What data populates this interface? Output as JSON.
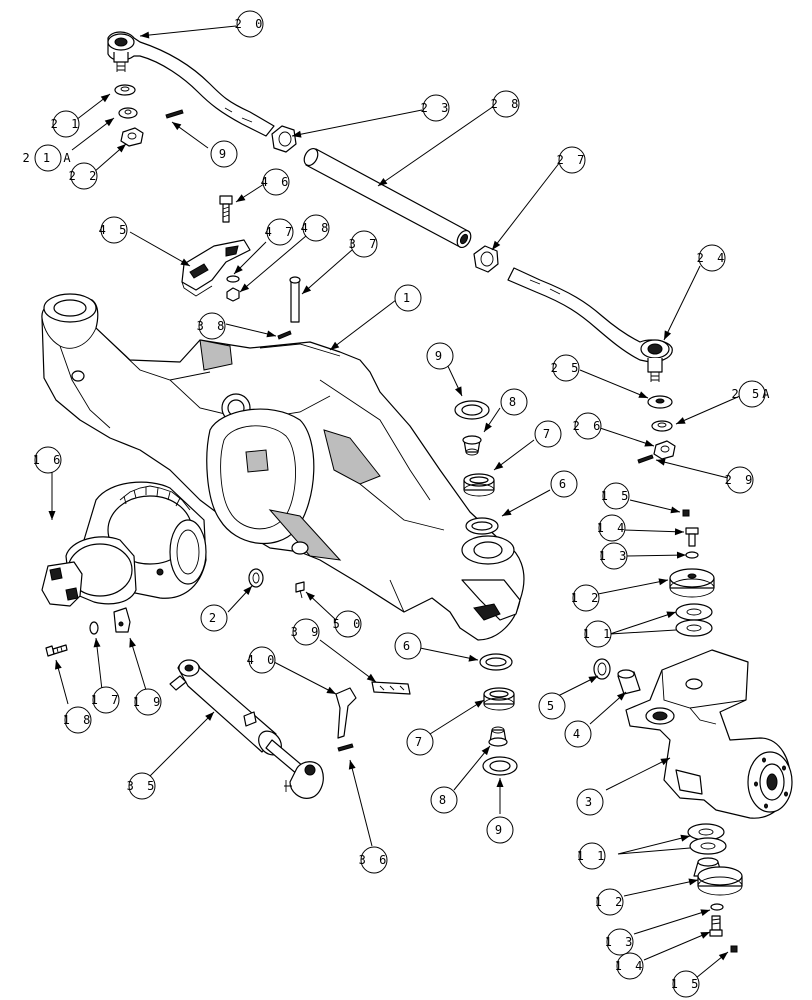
{
  "callouts": [
    {
      "label": "2 0"
    },
    {
      "label": "2 1"
    },
    {
      "label": "2 1 A"
    },
    {
      "label": "2 2"
    },
    {
      "label": "9"
    },
    {
      "label": "2 3"
    },
    {
      "label": "2 8"
    },
    {
      "label": "2 7"
    },
    {
      "label": "4 6"
    },
    {
      "label": "4 5"
    },
    {
      "label": "4 7"
    },
    {
      "label": "4 8"
    },
    {
      "label": "3 7"
    },
    {
      "label": "2 4"
    },
    {
      "label": "1"
    },
    {
      "label": "3 8"
    },
    {
      "label": "9"
    },
    {
      "label": "2 5"
    },
    {
      "label": "2 5A"
    },
    {
      "label": "8"
    },
    {
      "label": "2 6"
    },
    {
      "label": "1 6"
    },
    {
      "label": "7"
    },
    {
      "label": "2 9"
    },
    {
      "label": "6"
    },
    {
      "label": "1 5"
    },
    {
      "label": "1 4"
    },
    {
      "label": "1 3"
    },
    {
      "label": "1 2"
    },
    {
      "label": "1 1"
    },
    {
      "label": "2"
    },
    {
      "label": "5 0"
    },
    {
      "label": "3 9"
    },
    {
      "label": "6"
    },
    {
      "label": "4 0"
    },
    {
      "label": "1 8"
    },
    {
      "label": "1 7"
    },
    {
      "label": "1 9"
    },
    {
      "label": "5"
    },
    {
      "label": "4"
    },
    {
      "label": "7"
    },
    {
      "label": "3 5"
    },
    {
      "label": "3"
    },
    {
      "label": "8"
    },
    {
      "label": "9"
    },
    {
      "label": "3 6"
    },
    {
      "label": "1 1"
    },
    {
      "label": "1 2"
    },
    {
      "label": "1 3"
    },
    {
      "label": "1 4"
    },
    {
      "label": "1 5"
    }
  ]
}
